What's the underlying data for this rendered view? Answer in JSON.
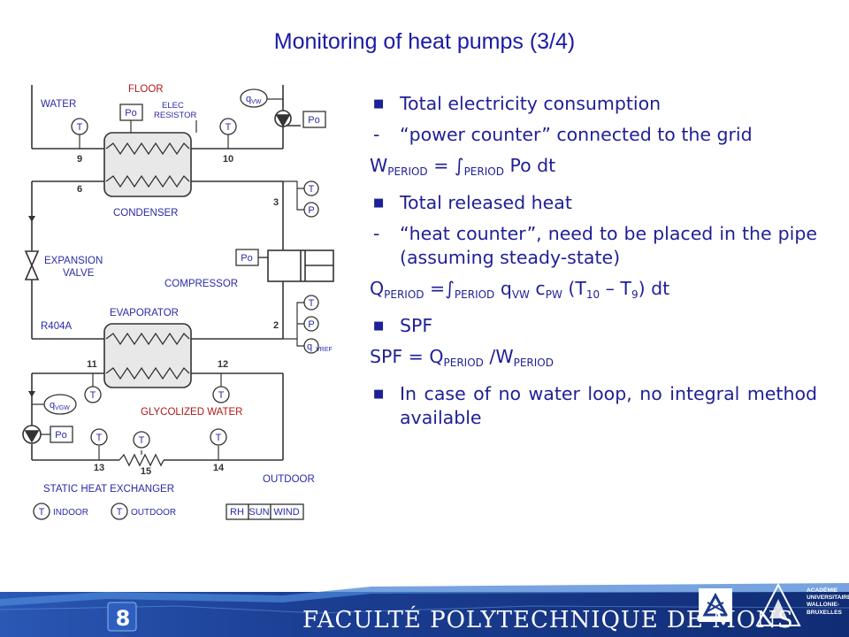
{
  "title": "Monitoring of heat pumps (3/4)",
  "diagram": {
    "water": "WATER",
    "floor": "FLOOR",
    "elec_resistor_1": "ELEC",
    "elec_resistor_2": "RESISTOR",
    "condenser": "CONDENSER",
    "expansion_valve_1": "EXPANSION",
    "expansion_valve_2": "VALVE",
    "compressor": "COMPRESSOR",
    "evaporator": "EVAPORATOR",
    "refrigerant": "R404A",
    "glycolized_water": "GLYCOLIZED WATER",
    "static_heat_exchanger": "STATIC HEAT EXCHANGER",
    "outdoor": "OUTDOOR",
    "legend_indoor": "INDOOR",
    "legend_outdoor": "OUTDOOR",
    "legend_rh": "RH",
    "legend_sun": "SUN",
    "legend_wind": "WIND",
    "sym_T": "T",
    "sym_P": "P",
    "sym_Po": "Po",
    "sym_q": "q",
    "sub_vw": "VW",
    "sub_vgw": "VGW",
    "sub_vref": "VREF",
    "n2": "2",
    "n3": "3",
    "n6": "6",
    "n9": "9",
    "n10": "10",
    "n11": "11",
    "n12": "12",
    "n13": "13",
    "n14": "14",
    "n15": "15"
  },
  "bullets": {
    "b1": "Total electricity consumption",
    "d1": "“power counter” connected to the grid",
    "f1": {
      "w": "W",
      "period": "PERIOD",
      "eq": " = ∫",
      "po": " Po dt"
    },
    "b2": "Total released heat",
    "d2": "“heat counter”, need to be placed in the pipe (assuming steady-state)",
    "f2": {
      "q": "Q",
      "period": "PERIOD",
      "eq": " =∫",
      "qv": " q",
      "vw": "VW",
      "c": " c",
      "pw": "PW",
      "t10": " (T",
      "sub10": "10",
      "minus": " – T",
      "sub9": "9",
      "dt": ") dt"
    },
    "b3": "SPF",
    "f3": {
      "lhs": "SPF = Q",
      "period1": "PERIOD",
      "slash": " /W",
      "period2": "PERIOD"
    },
    "b4": "In case of no water loop, no integral method available"
  },
  "footer": {
    "page_number": "8",
    "faculty": "FACULTÉ POLYTECHNIQUE DE MONS",
    "academy_1": "ACADÉMIE",
    "academy_2": "UNIVERSITAIRE",
    "academy_3": "WALLONIE-",
    "academy_4": "BRUXELLES"
  },
  "colors": {
    "title": "#1a1aa6",
    "text": "#1f1f96",
    "diagram_label": "#2a2aa8",
    "diagram_red": "#b01818",
    "line": "#333333",
    "footer_blue": "#18388c"
  },
  "icons": [
    "bullet-square-icon",
    "academy-triangle-logo",
    "faculty-logo-icon"
  ]
}
